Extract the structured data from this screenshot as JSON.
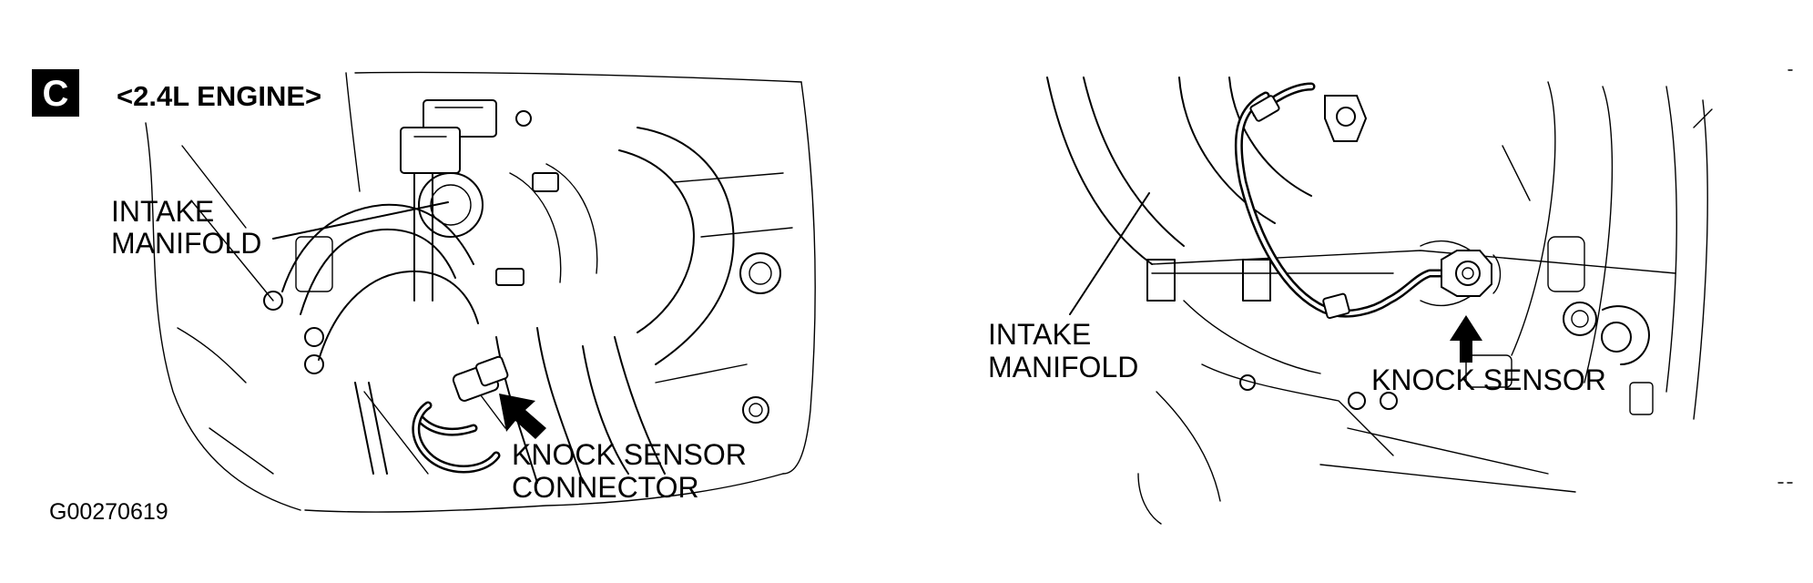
{
  "figure": {
    "badge": "C",
    "engine_label": "<2.4L ENGINE>",
    "figure_code": "G00270619"
  },
  "left_panel": {
    "intake_line1": "INTAKE",
    "intake_line2": "MANIFOLD",
    "connector_line1": "KNOCK SENSOR",
    "connector_line2": "CONNECTOR"
  },
  "right_panel": {
    "intake_line1": "INTAKE",
    "intake_line2": "MANIFOLD",
    "sensor_label": "KNOCK SENSOR"
  },
  "colors": {
    "line": "#000000",
    "background": "#ffffff",
    "badge": "#000000"
  }
}
